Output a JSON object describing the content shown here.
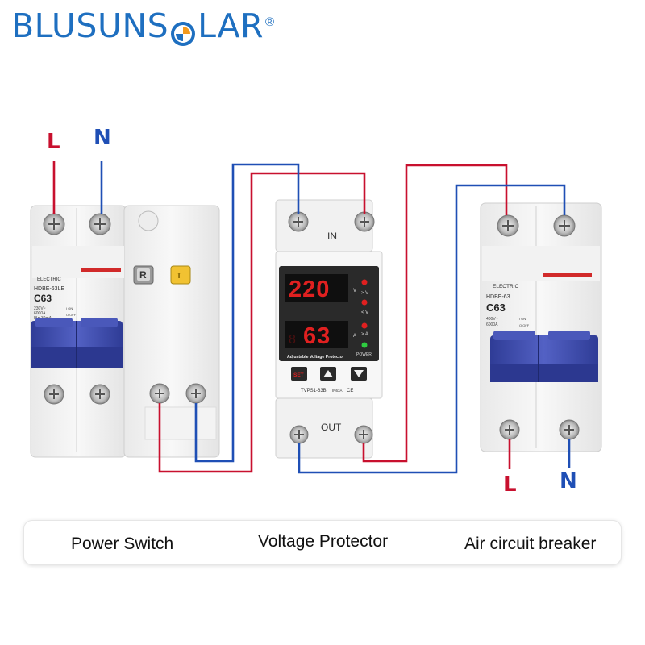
{
  "brand": {
    "name_before": "BLUSUNS",
    "name_after": "LAR",
    "registered": "®"
  },
  "colors": {
    "brand_blue": "#1e6fc0",
    "live_wire": "#c8102e",
    "neutral_wire": "#1f4fb5",
    "display_red": "#e02020",
    "breaker_handle": "#3f4fb0"
  },
  "labels": {
    "live": "L",
    "neutral": "N"
  },
  "power_switch": {
    "brand": "ELECTRIC",
    "model": "HDBE-63LE",
    "rating": "C63",
    "spec_lines": [
      "230V~",
      "6000A",
      "IΔn 30mA"
    ],
    "switch_marks": [
      "I ON",
      "O OFF"
    ],
    "r_button": "R",
    "t_button": "T"
  },
  "voltage_protector": {
    "input_label": "IN",
    "output_label": "OUT",
    "voltage_reading": "220",
    "current_reading": "63",
    "voltage_unit": "V",
    "current_unit": "A",
    "indicator_labels": [
      "> V",
      "< V",
      "> A"
    ],
    "power_label": "POWER",
    "product_label": "Adjustable Voltage Protector",
    "set_button": "SET",
    "up_icon": "up-arrow-icon",
    "down_icon": "down-arrow-icon",
    "model": "TVPS1-63B",
    "model_rating": "IN63A",
    "cert": "CE"
  },
  "air_breaker": {
    "brand": "ELECTRIC",
    "model": "HDBE-63",
    "rating": "C63",
    "spec_lines": [
      "400V~",
      "6000A"
    ],
    "switch_marks": [
      "I ON",
      "O OFF"
    ]
  },
  "captions": {
    "power_switch": "Power Switch",
    "voltage_protector": "Voltage Protector",
    "air_breaker": "Air circuit breaker"
  }
}
